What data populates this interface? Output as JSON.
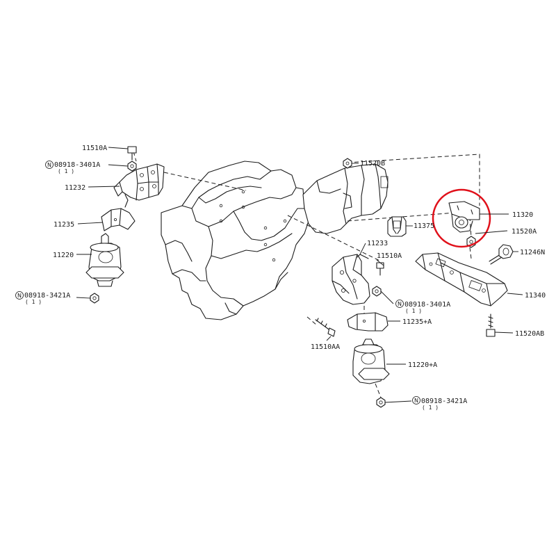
{
  "labels": {
    "p11510A": "11510A",
    "p08918_3401A": "08918-3401A",
    "q1a": "( 1 )",
    "p11232": "11232",
    "p11235": "11235",
    "p11220": "11220",
    "p08918_3421A": "08918-3421A",
    "q1b": "( 1 )",
    "p11520B": "11520B",
    "p11375": "11375",
    "p11233": "11233",
    "p11510A_r": "11510A",
    "p08918_3401A_r": "08918-3401A",
    "q1c": "( 1 )",
    "p11235A": "11235+A",
    "p11510AA": "11510AA",
    "p11220A": "11220+A",
    "p08918_3421A_r": "08918-3421A",
    "q1d": "( 1 )",
    "p11320": "11320",
    "p11520A": "11520A",
    "p11246N": "11246N",
    "p11340": "11340",
    "p11520AB": "11520AB"
  },
  "symbols": {
    "nut_marker": "N"
  },
  "colors": {
    "line": "#1a1a1a",
    "highlight": "#e0101a"
  }
}
